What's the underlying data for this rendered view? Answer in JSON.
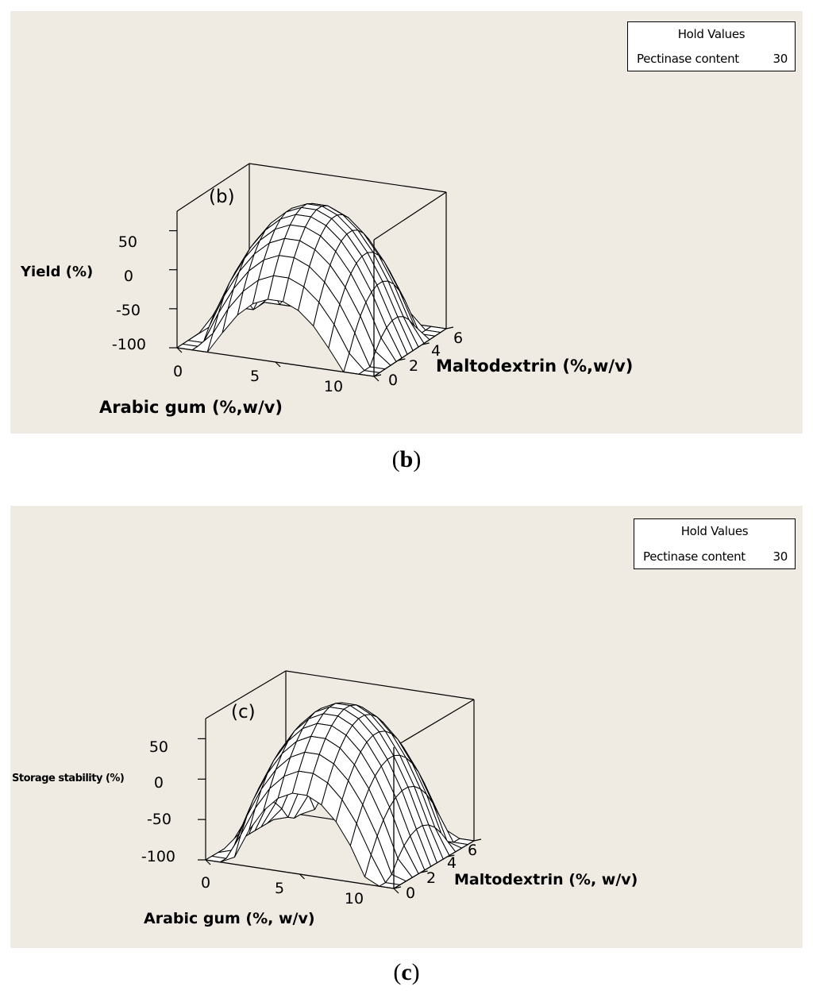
{
  "chart_data": [
    {
      "type": "surface",
      "panel_label": "(b)",
      "caption_letter": "b",
      "xlabel": "Arabic gum (%,w/v)",
      "ylabel": "Maltodextrin (%,w/v)",
      "zlabel": "Yield (%)",
      "x_ticks": [
        "0",
        "5",
        "10"
      ],
      "y_ticks": [
        "0",
        "2",
        "4",
        "6"
      ],
      "z_ticks": [
        "50",
        "0",
        "-50",
        "-100"
      ],
      "xlim": [
        0,
        10
      ],
      "ylim": [
        0,
        6
      ],
      "zlim": [
        -100,
        75
      ],
      "grid": 13,
      "peak": 70,
      "x_drop": 180,
      "y_drop": 90,
      "hold_values": {
        "title": "Hold Values",
        "label": "Pectinase content",
        "value": "30"
      }
    },
    {
      "type": "surface",
      "panel_label": "(c)",
      "caption_letter": "c",
      "xlabel": "Arabic gum (%, w/v)",
      "ylabel": "Maltodextrin (%, w/v)",
      "zlabel": "Storage stability (%)",
      "x_ticks": [
        "0",
        "5",
        "10"
      ],
      "y_ticks": [
        "0",
        "2",
        "4",
        "6"
      ],
      "z_ticks": [
        "50",
        "0",
        "-50",
        "-100"
      ],
      "xlim": [
        0,
        10
      ],
      "ylim": [
        0,
        6
      ],
      "zlim": [
        -100,
        75
      ],
      "grid": 13,
      "peak": 80,
      "x_drop": 190,
      "y_drop": 80,
      "hold_values": {
        "title": "Hold Values",
        "label": "Pectinase content",
        "value": "30"
      }
    }
  ]
}
